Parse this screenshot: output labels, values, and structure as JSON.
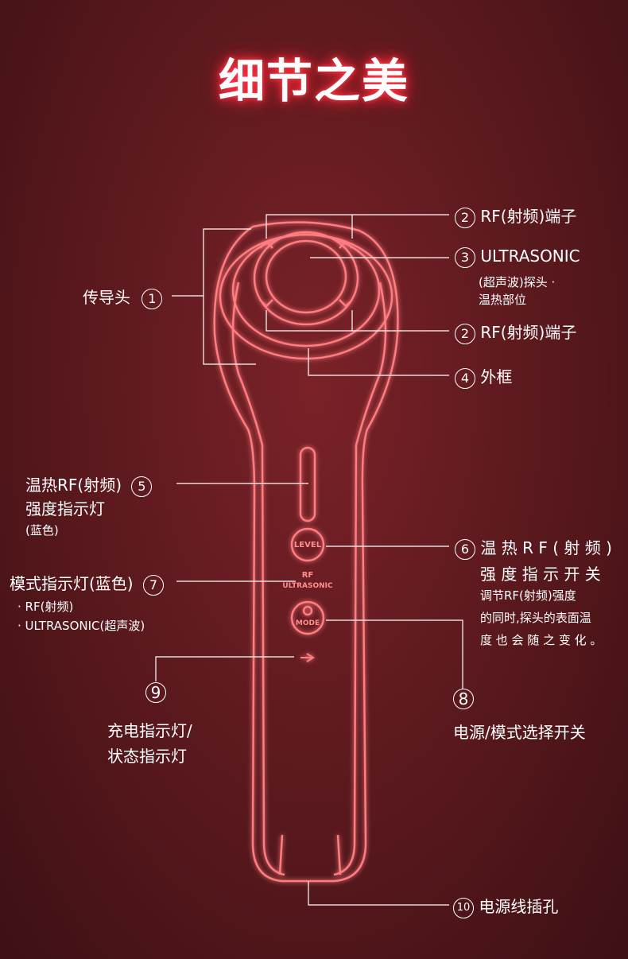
{
  "title": "细节之美",
  "labels": {
    "l1": {
      "num": "1",
      "text": "传导头"
    },
    "l2a": {
      "num": "2",
      "text": "RF(射频)端子"
    },
    "l3": {
      "num": "3",
      "text": "ULTRASONIC",
      "sub1": "(超声波)探头 ·",
      "sub2": "温热部位"
    },
    "l2b": {
      "num": "2",
      "text": "RF(射频)端子"
    },
    "l4": {
      "num": "4",
      "text": "外框"
    },
    "l5": {
      "num": "5",
      "line1": "温热RF(射频)",
      "line2": "强度指示灯",
      "line3": "(蓝色)"
    },
    "l6": {
      "num": "6",
      "line1": "温 热 R F ( 射 频 )",
      "line2": "强 度 指 示 开 关",
      "desc1": "调节RF(射频)强度",
      "desc2": "的同时,探头的表面温",
      "desc3": "度 也 会 随 之 变 化 。"
    },
    "l7": {
      "num": "7",
      "text": "模式指示灯(蓝色)",
      "item1": "· RF(射频)",
      "item2": "· ULTRASONIC(超声波)"
    },
    "l8": {
      "num": "8",
      "text": "电源/模式选择开关"
    },
    "l9": {
      "num": "9",
      "line1": "充电指示灯/",
      "line2": "状态指示灯"
    },
    "l10": {
      "num": "10",
      "text": "电源线插孔"
    }
  },
  "device": {
    "level_btn": "LEVEL",
    "mode_rf": "RF",
    "mode_us": "ULTRASONIC",
    "mode_btn": "MODE"
  }
}
